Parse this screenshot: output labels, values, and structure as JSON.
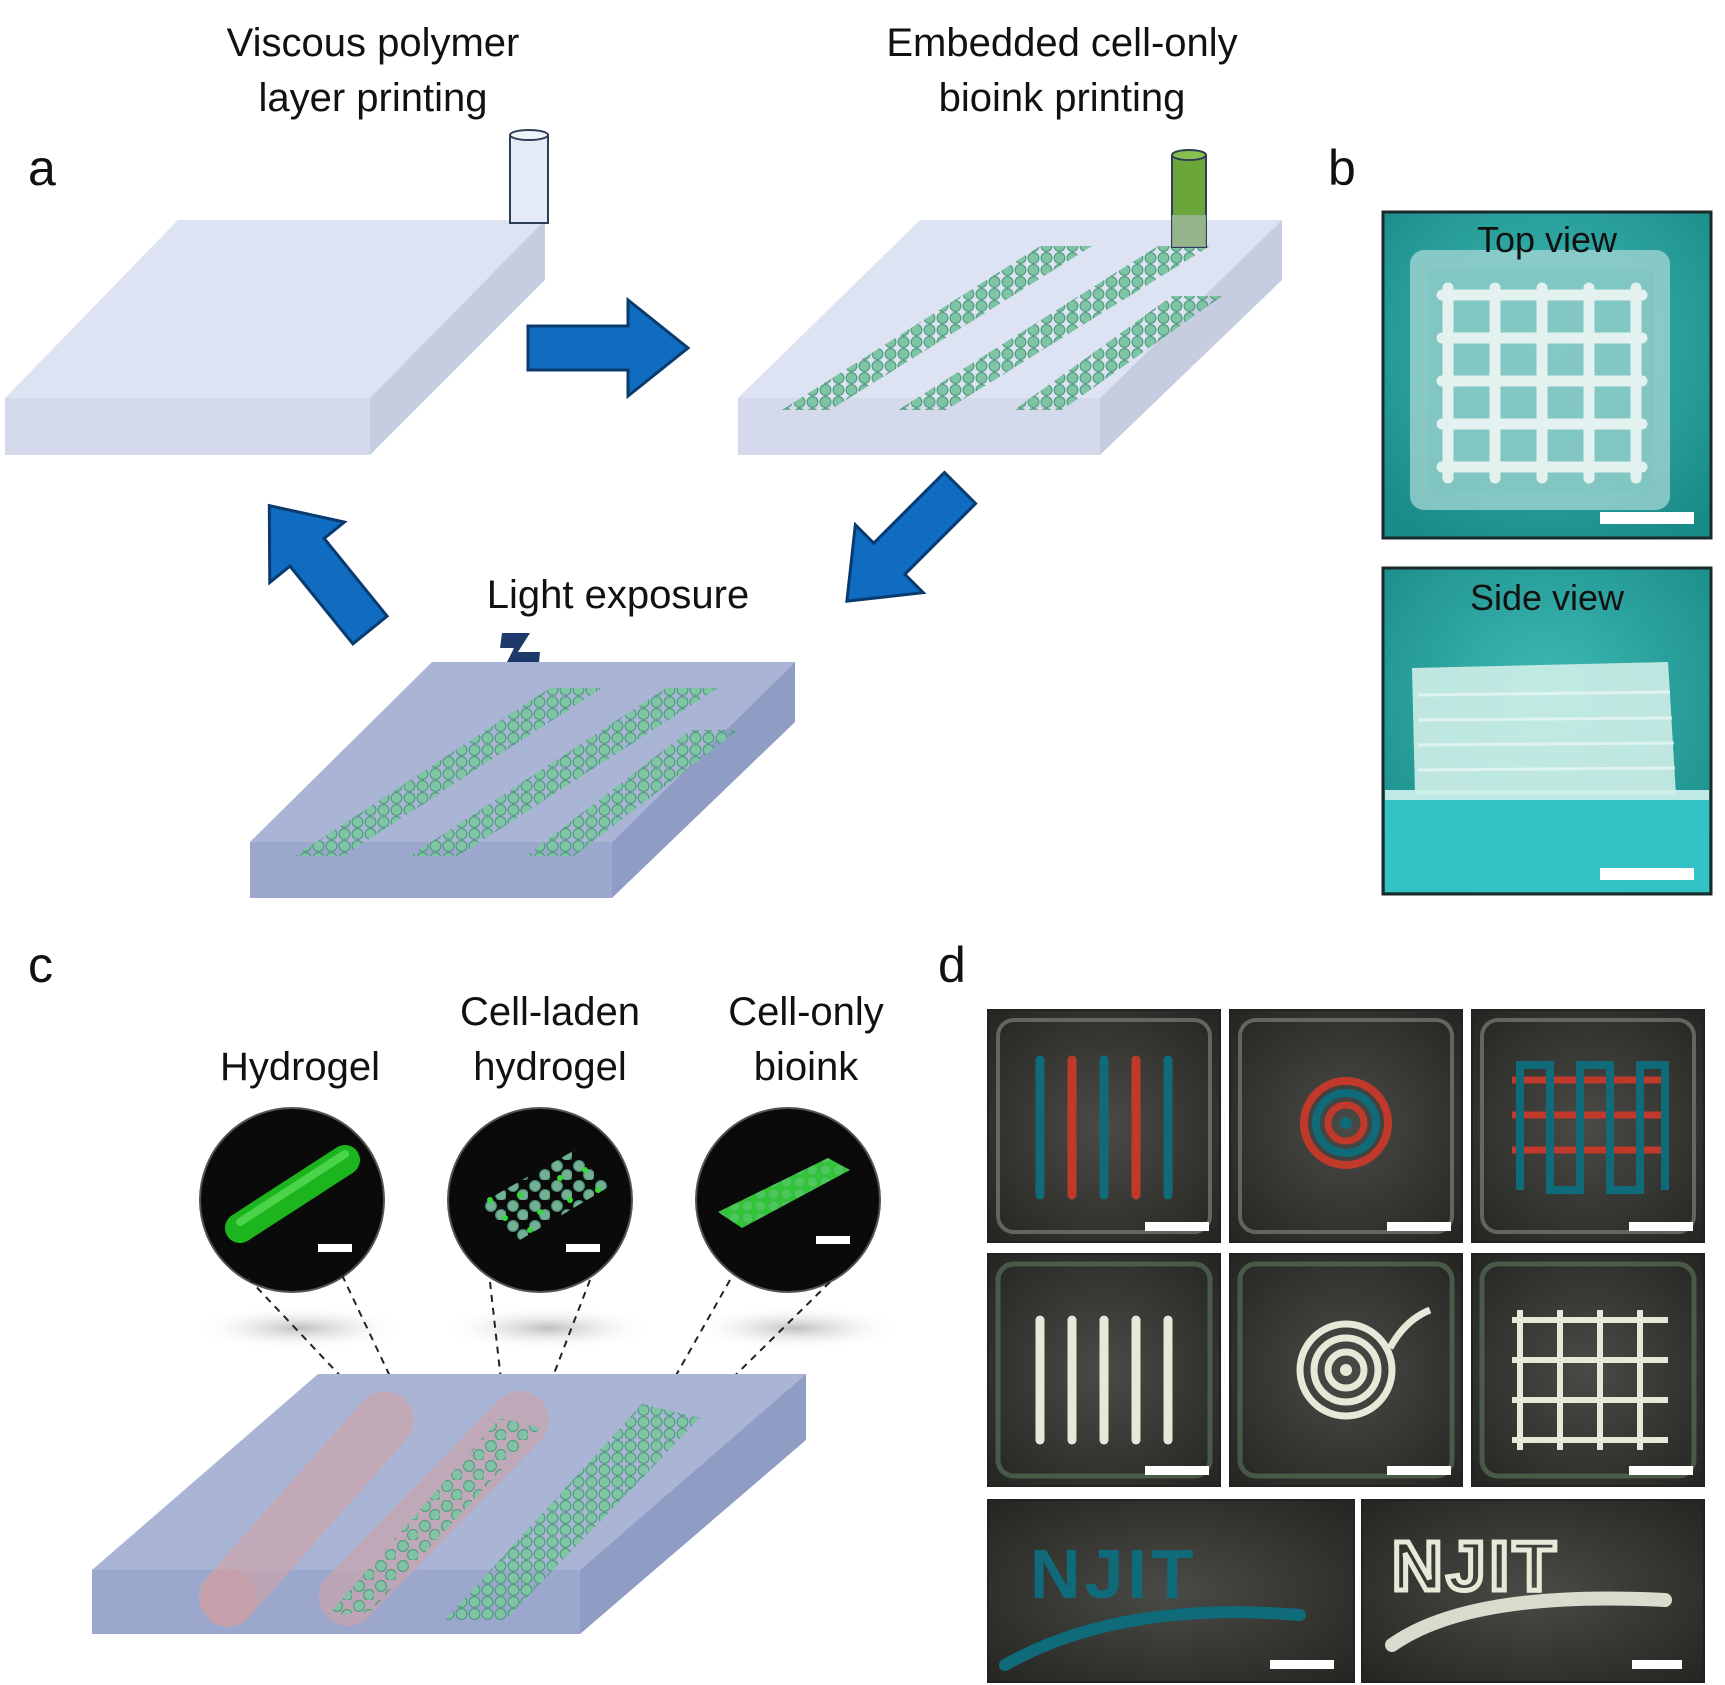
{
  "panels": {
    "a": {
      "letter": "a",
      "step1_line1": "Viscous polymer",
      "step1_line2": "layer printing",
      "step2_line1": "Embedded cell-only",
      "step2_line2": "bioink printing",
      "step3": "Light exposure"
    },
    "b": {
      "letter": "b",
      "top_view": "Top view",
      "side_view": "Side view"
    },
    "c": {
      "letter": "c",
      "hydrogel": "Hydrogel",
      "cell_laden_line1": "Cell-laden",
      "cell_laden_line2": "hydrogel",
      "cell_only_line1": "Cell-only",
      "cell_only_line2": "bioink"
    },
    "d": {
      "letter": "d",
      "njit_text_1": "NJIT",
      "njit_text_2": "NJIT"
    }
  },
  "colors": {
    "slab_top": "#dde3f2",
    "slab_side": "#c6cde0",
    "slab_dark_top": "#aab5d6",
    "slab_dark_side": "#8f9cc4",
    "cell": "#7fc4a4",
    "cell_stroke": "#4e9a7c",
    "arrow": "#0f6cc0",
    "arrow_stroke": "#0a3a6e",
    "nozzle_green": "#6aa63a",
    "photo_teal": "#2aa7a4",
    "photo_dark": "#2a2a28",
    "dye_blue": "#0f6b7a",
    "dye_red": "#c0392b"
  }
}
